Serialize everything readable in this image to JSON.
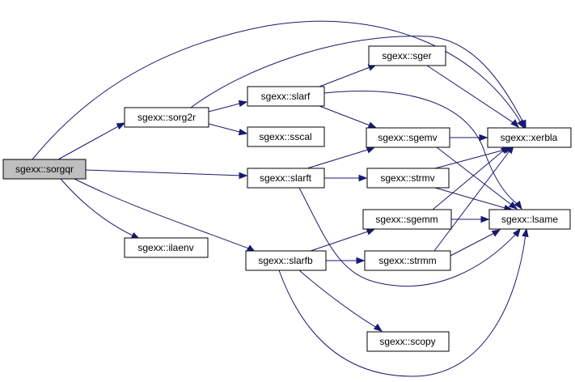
{
  "nodes": {
    "sorgqr": "sgexx::sorgqr",
    "sorg2r": "sgexx::sorg2r",
    "ilaenv": "sgexx::ilaenv",
    "slarf": "sgexx::slarf",
    "sscal": "sgexx::sscal",
    "slarft": "sgexx::slarft",
    "slarfb": "sgexx::slarfb",
    "sger": "sgexx::sger",
    "sgemv": "sgexx::sgemv",
    "strmv": "sgexx::strmv",
    "sgemm": "sgexx::sgemm",
    "strmm": "sgexx::strmm",
    "scopy": "sgexx::scopy",
    "xerbla": "sgexx::xerbla",
    "lsame": "sgexx::lsame"
  },
  "edges": [
    [
      "sorgqr",
      "sorg2r"
    ],
    [
      "sorgqr",
      "xerbla"
    ],
    [
      "sorgqr",
      "ilaenv"
    ],
    [
      "sorgqr",
      "slarft"
    ],
    [
      "sorgqr",
      "slarfb"
    ],
    [
      "sorg2r",
      "slarf"
    ],
    [
      "sorg2r",
      "sscal"
    ],
    [
      "sorg2r",
      "xerbla"
    ],
    [
      "slarf",
      "sger"
    ],
    [
      "slarf",
      "sgemv"
    ],
    [
      "slarf",
      "lsame"
    ],
    [
      "sger",
      "xerbla"
    ],
    [
      "sgemv",
      "xerbla"
    ],
    [
      "sgemv",
      "lsame"
    ],
    [
      "slarft",
      "sgemv"
    ],
    [
      "slarft",
      "strmv"
    ],
    [
      "slarft",
      "lsame"
    ],
    [
      "strmv",
      "xerbla"
    ],
    [
      "strmv",
      "lsame"
    ],
    [
      "slarfb",
      "sgemm"
    ],
    [
      "slarfb",
      "strmm"
    ],
    [
      "slarfb",
      "scopy"
    ],
    [
      "slarfb",
      "lsame"
    ],
    [
      "sgemm",
      "xerbla"
    ],
    [
      "sgemm",
      "lsame"
    ],
    [
      "strmm",
      "xerbla"
    ],
    [
      "strmm",
      "lsame"
    ]
  ]
}
